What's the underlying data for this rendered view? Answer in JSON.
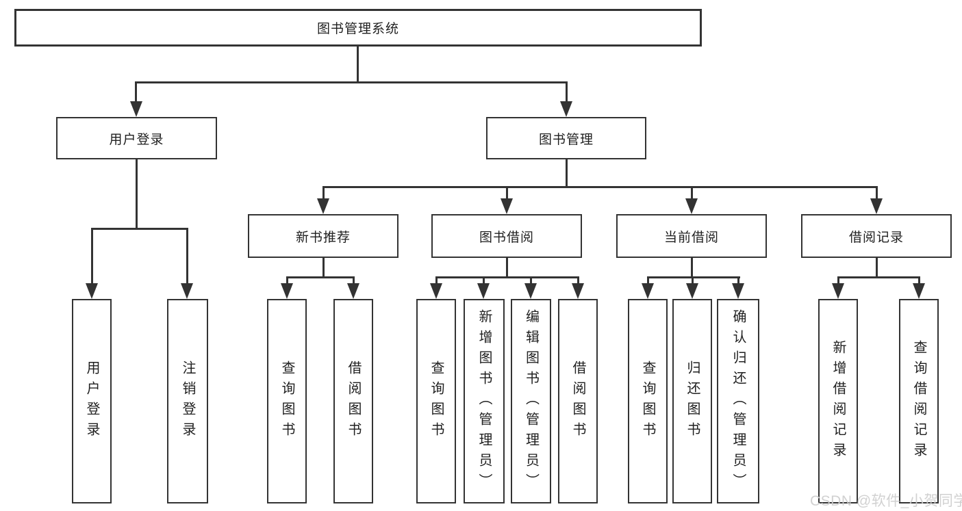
{
  "tree": {
    "root": {
      "label": "图书管理系统"
    },
    "branches": [
      {
        "label": "用户登录",
        "leaves": [
          {
            "label": "用户登录"
          },
          {
            "label": "注销登录"
          }
        ]
      },
      {
        "label": "图书管理",
        "sections": [
          {
            "label": "新书推荐",
            "leaves": [
              {
                "label": "查询图书"
              },
              {
                "label": "借阅图书"
              }
            ]
          },
          {
            "label": "图书借阅",
            "leaves": [
              {
                "label": "查询图书"
              },
              {
                "label": "新增图书（管理员）"
              },
              {
                "label": "编辑图书（管理员）"
              },
              {
                "label": "借阅图书"
              }
            ]
          },
          {
            "label": "当前借阅",
            "leaves": [
              {
                "label": "查询图书"
              },
              {
                "label": "归还图书"
              },
              {
                "label": "确认归还（管理员）"
              }
            ]
          },
          {
            "label": "借阅记录",
            "leaves": [
              {
                "label": "新增借阅记录"
              },
              {
                "label": "查询借阅记录"
              }
            ]
          }
        ]
      }
    ]
  },
  "watermark": {
    "text": "CSDN @软件_小贺同学"
  },
  "colors": {
    "line": "#333333",
    "box_border": "#333333",
    "text": "#1f1f1f",
    "watermark": "#cdcdcd",
    "background": "#ffffff"
  }
}
